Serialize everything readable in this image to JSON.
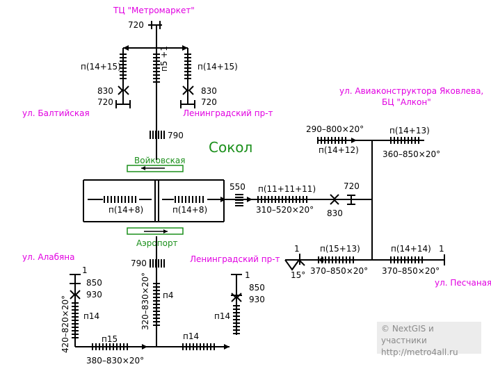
{
  "station": "Сокол",
  "places": {
    "top_mall": "ТЦ \"Метромаркет\"",
    "baltiyskaya": "ул. Балтийская",
    "leningradsky_top": "Ленинградский пр-т",
    "aviakonstruktora": "ул. Авиаконструктора Яковлева,",
    "bc_alkon": "БЦ \"Алкон\"",
    "alabyana": "ул. Алабяна",
    "leningradsky_bottom": "Ленинградский пр-т",
    "peschanaya": "ул. Песчаная"
  },
  "directions": {
    "north": "Войковская",
    "south": "Аэропорт"
  },
  "labels": {
    "t720_top": "720",
    "p1415_left": "п(14+15)",
    "p5plus1": "п5 +1",
    "p1415_right": "п(14+15)",
    "v830_left": "830",
    "v720_left": "720",
    "v830_right": "830",
    "v720_right": "720",
    "s790_top": "790",
    "p148_left": "п(14+8)",
    "p148_right": "п(14+8)",
    "s550": "550",
    "p111111": "п(11+11+11)",
    "r310_520": "310–520×20°",
    "v720_mid": "720",
    "v830_mid": "830",
    "r290_800": "290–800×20°",
    "p1412": "п(14+12)",
    "p1413": "п(14+13)",
    "r360_850": "360–850×20°",
    "n1_pr": "1",
    "p1513": "п(15+13)",
    "p1414": "п(14+14)",
    "n1_far": "1",
    "deg15": "15°",
    "r370_850_a": "370–850×20°",
    "r370_850_b": "370–850×20°",
    "s790_bot": "790",
    "r320_830": "320–830×20°",
    "p4": "п4",
    "n1_left": "1",
    "v850_left": "850",
    "v930_left": "930",
    "r420_820": "420–820×20°",
    "p14_left": "п14",
    "p15_bot": "п15",
    "r380_830": "380–830×20°",
    "p14_bot": "п14",
    "n1_right": "1",
    "v850_right": "850",
    "v930_right": "930",
    "p14_right": "п14"
  },
  "attribution": {
    "line1": "© NextGIS и участники",
    "line2": "http://metro4all.ru"
  },
  "colors": {
    "station": "#1a8f1a",
    "street": "#e100e1",
    "lines": "#000000",
    "attribution_bg": "#ececec"
  }
}
